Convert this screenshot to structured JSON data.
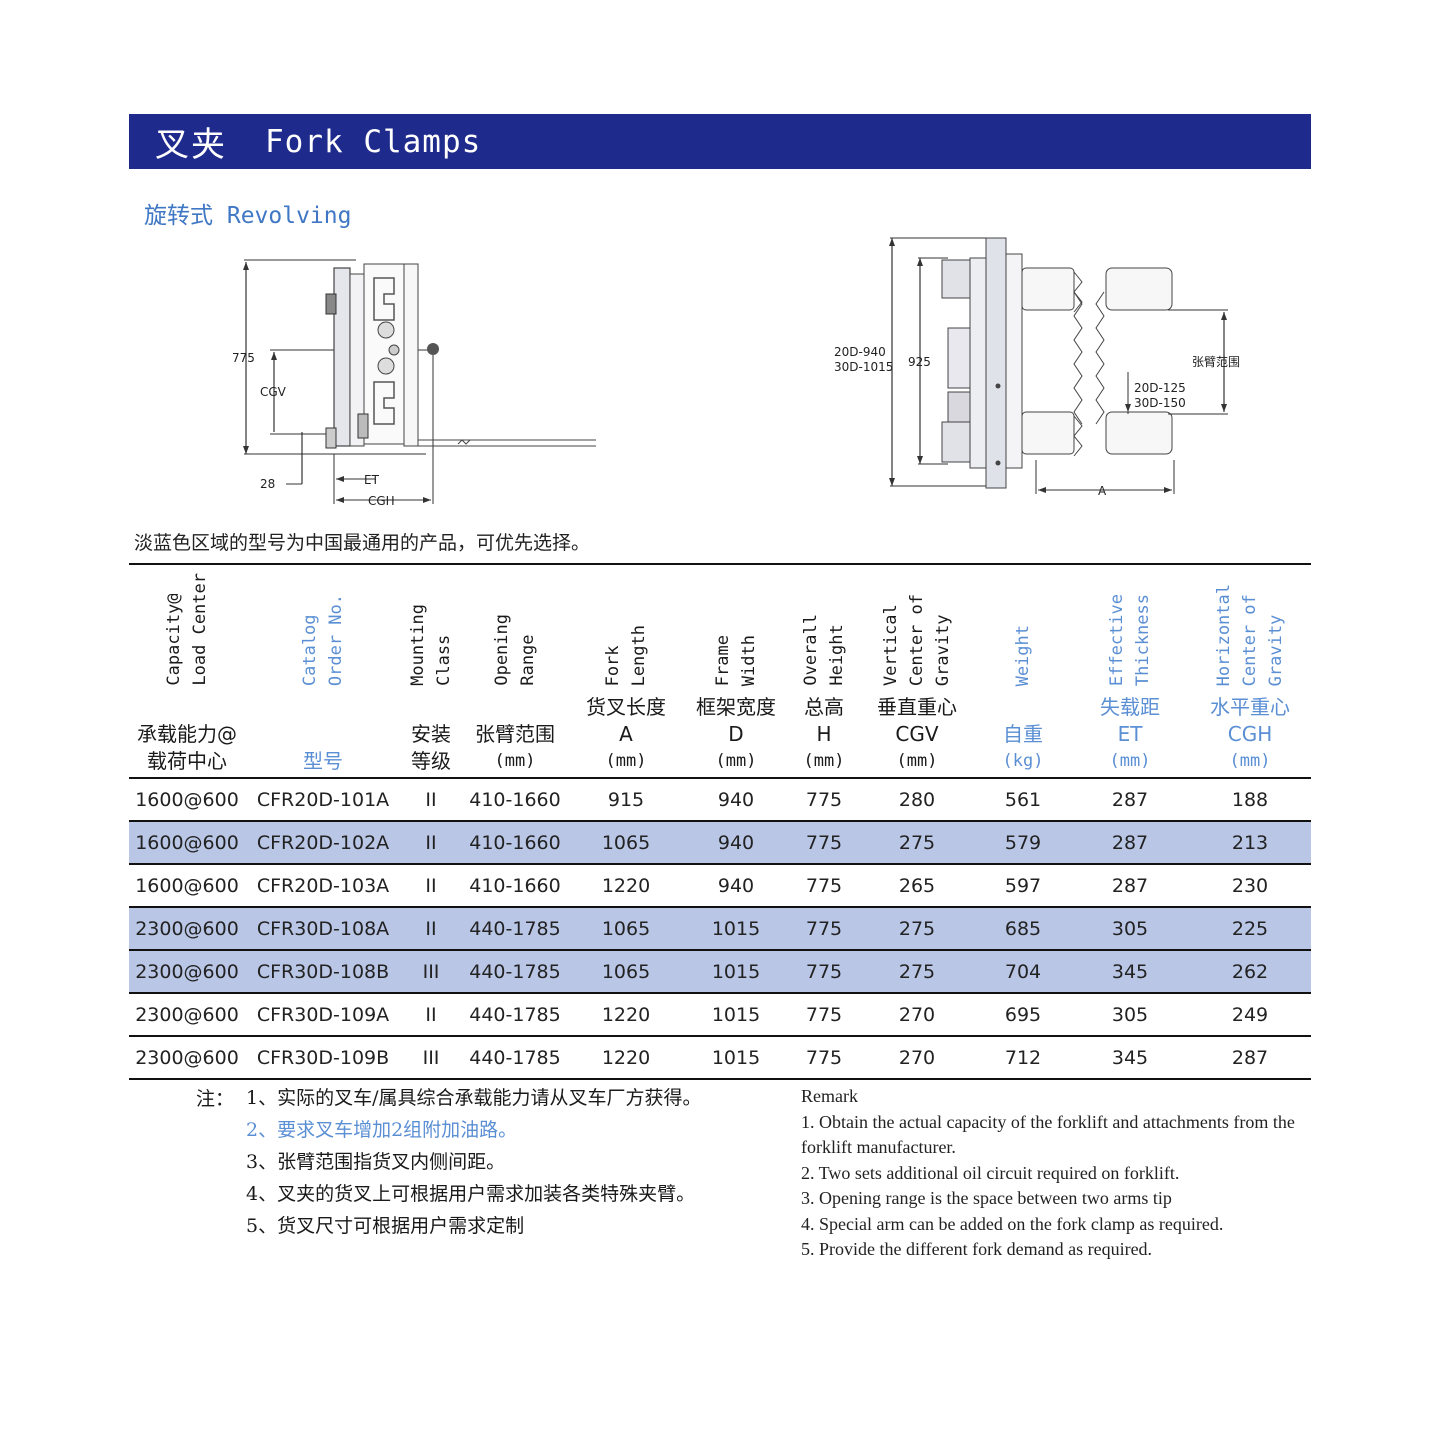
{
  "header": {
    "title_zh": "叉夹",
    "title_en": "Fork Clamps"
  },
  "subtitle": "旋转式 Revolving",
  "diagram_left": {
    "labels": {
      "height": "775",
      "cgv": "CGV",
      "bottom": "28",
      "et": "ET",
      "cgh": "CGH"
    }
  },
  "diagram_right": {
    "labels": {
      "frame_20d": "20D-940",
      "frame_30d": "30D-1015",
      "height": "925",
      "opening": "张臂范围",
      "min_20d": "20D-125",
      "min_30d": "30D-150",
      "a": "A"
    }
  },
  "top_note": "淡蓝色区域的型号为中国最通用的产品，可优先选择。",
  "table": {
    "columns": [
      {
        "en": "Capacity@\nLoad Center",
        "zh": "承载能力@\n载荷中心",
        "unit": "",
        "blue": false
      },
      {
        "en": "Catalog\nOrder No.",
        "zh": "型号",
        "unit": "",
        "blue": true
      },
      {
        "en": "Mounting\nClass",
        "zh": "安装\n等级",
        "unit": "",
        "blue": false
      },
      {
        "en": "Opening\nRange",
        "zh": "张臂范围",
        "unit": "(mm)",
        "blue": false
      },
      {
        "en": "Fork\nLength",
        "zh": "货叉长度\nA",
        "unit": "(mm)",
        "blue": false
      },
      {
        "en": "Frame\nWidth",
        "zh": "框架宽度\nD",
        "unit": "(mm)",
        "blue": false
      },
      {
        "en": "Overall\nHeight",
        "zh": "总高\nH",
        "unit": "(mm)",
        "blue": false
      },
      {
        "en": "Vertical\nCenter of\nGravity",
        "zh": "垂直重心\nCGV",
        "unit": "(mm)",
        "blue": false
      },
      {
        "en": "Weight",
        "zh": "自重",
        "unit": "(kg)",
        "blue": true
      },
      {
        "en": "Effective\nThickness",
        "zh": "失载距\nET",
        "unit": "(mm)",
        "blue": true
      },
      {
        "en": "Horizontal\nCenter of\nGravity",
        "zh": "水平重心\nCGH",
        "unit": "(mm)",
        "blue": true
      }
    ],
    "rows": [
      {
        "highlight": false,
        "cells": [
          "1600@600",
          "CFR20D-101A",
          "II",
          "410-1660",
          "915",
          "940",
          "775",
          "280",
          "561",
          "287",
          "188"
        ]
      },
      {
        "highlight": true,
        "cells": [
          "1600@600",
          "CFR20D-102A",
          "II",
          "410-1660",
          "1065",
          "940",
          "775",
          "275",
          "579",
          "287",
          "213"
        ]
      },
      {
        "highlight": false,
        "cells": [
          "1600@600",
          "CFR20D-103A",
          "II",
          "410-1660",
          "1220",
          "940",
          "775",
          "265",
          "597",
          "287",
          "230"
        ]
      },
      {
        "highlight": true,
        "cells": [
          "2300@600",
          "CFR30D-108A",
          "II",
          "440-1785",
          "1065",
          "1015",
          "775",
          "275",
          "685",
          "305",
          "225"
        ]
      },
      {
        "highlight": true,
        "cells": [
          "2300@600",
          "CFR30D-108B",
          "III",
          "440-1785",
          "1065",
          "1015",
          "775",
          "275",
          "704",
          "345",
          "262"
        ]
      },
      {
        "highlight": false,
        "cells": [
          "2300@600",
          "CFR30D-109A",
          "II",
          "440-1785",
          "1220",
          "1015",
          "775",
          "270",
          "695",
          "305",
          "249"
        ]
      },
      {
        "highlight": false,
        "cells": [
          "2300@600",
          "CFR30D-109B",
          "III",
          "440-1785",
          "1220",
          "1015",
          "775",
          "270",
          "712",
          "345",
          "287"
        ]
      }
    ]
  },
  "notes_zh": {
    "label": "注：",
    "items": [
      {
        "text": "1、实际的叉车/属具综合承载能力请从叉车厂方获得。",
        "blue": false
      },
      {
        "text": "2、要求叉车增加2组附加油路。",
        "blue": true
      },
      {
        "text": "3、张臂范围指货叉内侧间距。",
        "blue": false
      },
      {
        "text": "4、叉夹的货叉上可根据用户需求加装各类特殊夹臂。",
        "blue": false
      },
      {
        "text": "5、货叉尺寸可根据用户需求定制",
        "blue": false
      }
    ]
  },
  "notes_en": {
    "title": "Remark",
    "items": [
      "1. Obtain the actual capacity of the forklift and attachments from the forklift manufacturer.",
      "2. Two sets additional oil circuit required on forklift.",
      "3. Opening range is the space between two arms tip",
      "4. Special arm can be added on the fork clamp as required.",
      "5. Provide the different fork demand as required."
    ]
  },
  "colors": {
    "title_bar": "#1f2b8c",
    "accent_blue": "#5b8fd4",
    "highlight_row": "#b9c6e6"
  }
}
